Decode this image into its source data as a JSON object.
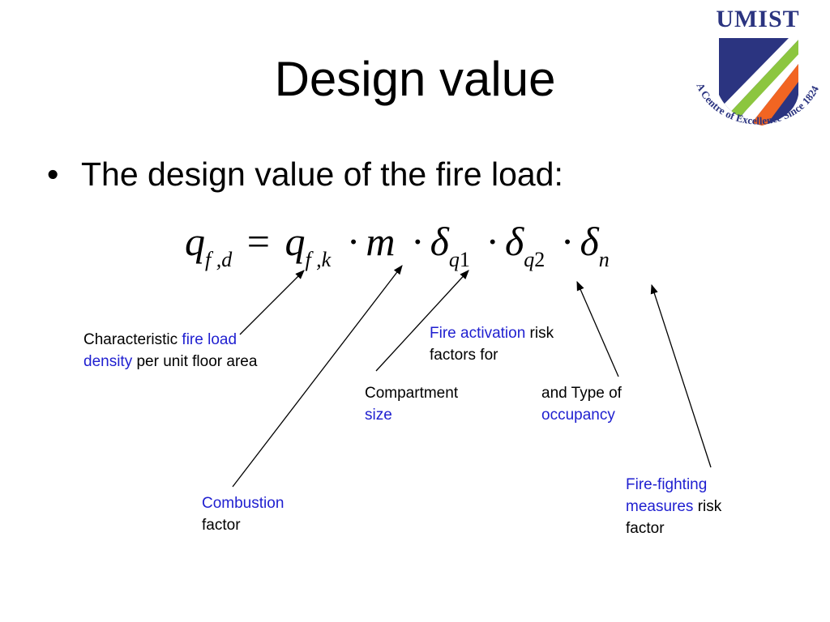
{
  "slide": {
    "title": "Design value",
    "bullet_marker": "•",
    "bullet_text": "The design value of the fire load:"
  },
  "logo": {
    "word": "UMIST",
    "motto": "A Centre of Excellence Since 1824",
    "colors": {
      "navy": "#2b3480",
      "green": "#8cc63f",
      "orange": "#f26522"
    }
  },
  "formula": {
    "lhs": "q",
    "lhs_sub": "f ,d",
    "equals": "=",
    "q": "q",
    "q_sub": "f ,k",
    "dot": "·",
    "m": "m",
    "delta": "δ",
    "d1_sub_var": "q",
    "d1_sub_num": "1",
    "d2_sub_var": "q",
    "d2_sub_num": "2",
    "dn_sub": "n"
  },
  "annotations": {
    "char_fire_load": {
      "plain1": "Characteristic ",
      "hl": "fire load density",
      "plain2": " per unit floor area"
    },
    "combustion": {
      "hl": "Combustion",
      "plain": "factor"
    },
    "fire_activation": {
      "hl": "Fire activation",
      "plain": " risk factors for"
    },
    "compartment": {
      "plain": "Compartment",
      "hl": "size"
    },
    "occupancy": {
      "plain": "and Type of",
      "hl": "occupancy"
    },
    "firefighting": {
      "hl": "Fire-fighting measures",
      "plain": " risk factor"
    }
  },
  "colors": {
    "highlight": "#1f1fd0",
    "text": "#000000"
  }
}
